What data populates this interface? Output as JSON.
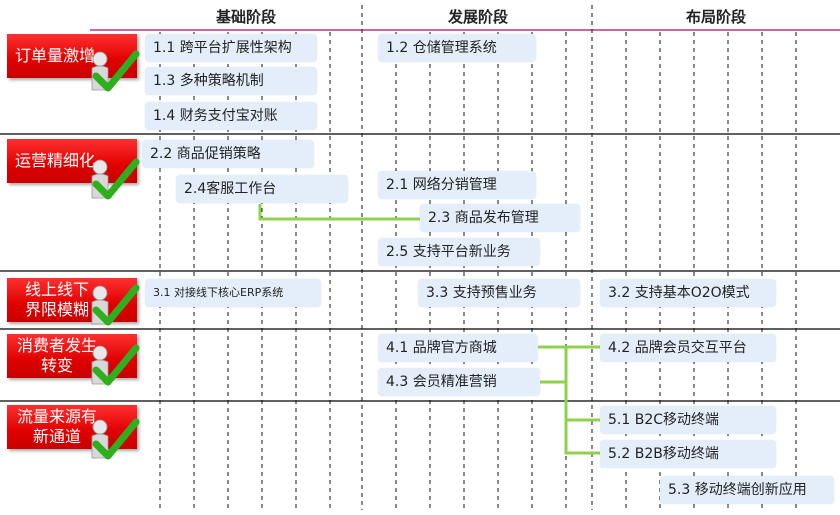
{
  "phases": [
    "基础阶段",
    "发展阶段",
    "布局阶段"
  ],
  "categories": [
    {
      "label": "订单量激增"
    },
    {
      "label": "运营精细化"
    },
    {
      "label": "线上线下\n界限模糊"
    },
    {
      "label": "消费者发生\n转变"
    },
    {
      "label": "流量来源有\n新通道"
    }
  ],
  "items": [
    {
      "label": "1.1 跨平台扩展性架构"
    },
    {
      "label": "1.3 多种策略机制"
    },
    {
      "label": "1.4 财务支付宝对账"
    },
    {
      "label": "1.2 仓储管理系统"
    },
    {
      "label": "2.2 商品促销策略"
    },
    {
      "label": "2.4客服工作台"
    },
    {
      "label": "2.1 网络分销管理"
    },
    {
      "label": "2.3 商品发布管理"
    },
    {
      "label": "2.5 支持平台新业务"
    },
    {
      "label": "3.1 对接线下核心ERP系统"
    },
    {
      "label": "3.3 支持预售业务"
    },
    {
      "label": "3.2 支持基本O2O模式"
    },
    {
      "label": "4.1 品牌官方商城"
    },
    {
      "label": "4.3 会员精准营销"
    },
    {
      "label": "4.2 品牌会员交互平台"
    },
    {
      "label": "5.1 B2C移动终端"
    },
    {
      "label": "5.2 B2B移动终端"
    },
    {
      "label": "5.3 移动终端创新应用"
    }
  ],
  "colors": {
    "category_red": "#e00000",
    "item_box": "#e3eefa",
    "connector_green": "#8fd14f",
    "header_line": "#c0307a",
    "check_green": "#2fae1e"
  },
  "icons": [
    "person-check-icon"
  ]
}
